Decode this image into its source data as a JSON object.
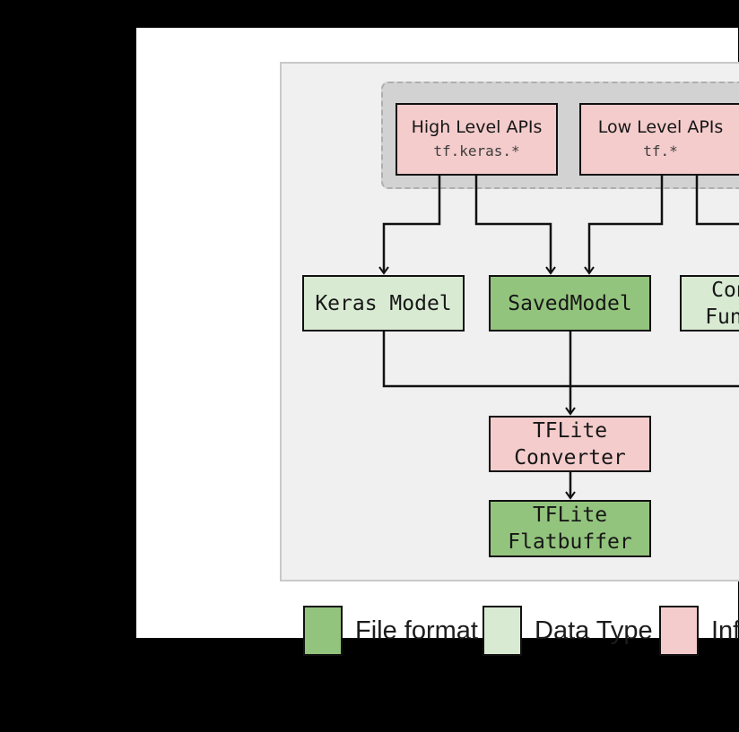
{
  "figure": {
    "type": "flowchart",
    "background": "#000000",
    "panel_background": "#f0f0f0"
  },
  "colors": {
    "file_format": "#93c47d",
    "data_type": "#d9ead3",
    "infrastructure": "#f4cccc",
    "api_container_fill": "#d2d2d2",
    "line": "#111111"
  },
  "api_group": {
    "high_level": {
      "title": "High Level APIs",
      "code": "tf.keras.*"
    },
    "low_level": {
      "title": "Low Level APIs",
      "code": "tf.*"
    }
  },
  "nodes": {
    "keras_model": {
      "label": "Keras Model"
    },
    "saved_model": {
      "label": "SavedModel"
    },
    "concrete_functions": {
      "line1": "Concrete",
      "line2": "Functions"
    },
    "tflite_converter": {
      "line1": "TFLite",
      "line2": "Converter"
    },
    "tflite_flatbuffer": {
      "line1": "TFLite",
      "line2": "Flatbuffer"
    }
  },
  "legend": {
    "items": [
      {
        "label": "File format",
        "color": "#93c47d"
      },
      {
        "label": "Data Type",
        "color": "#d9ead3"
      },
      {
        "label": "Infrastructure",
        "color": "#f4cccc"
      }
    ]
  }
}
